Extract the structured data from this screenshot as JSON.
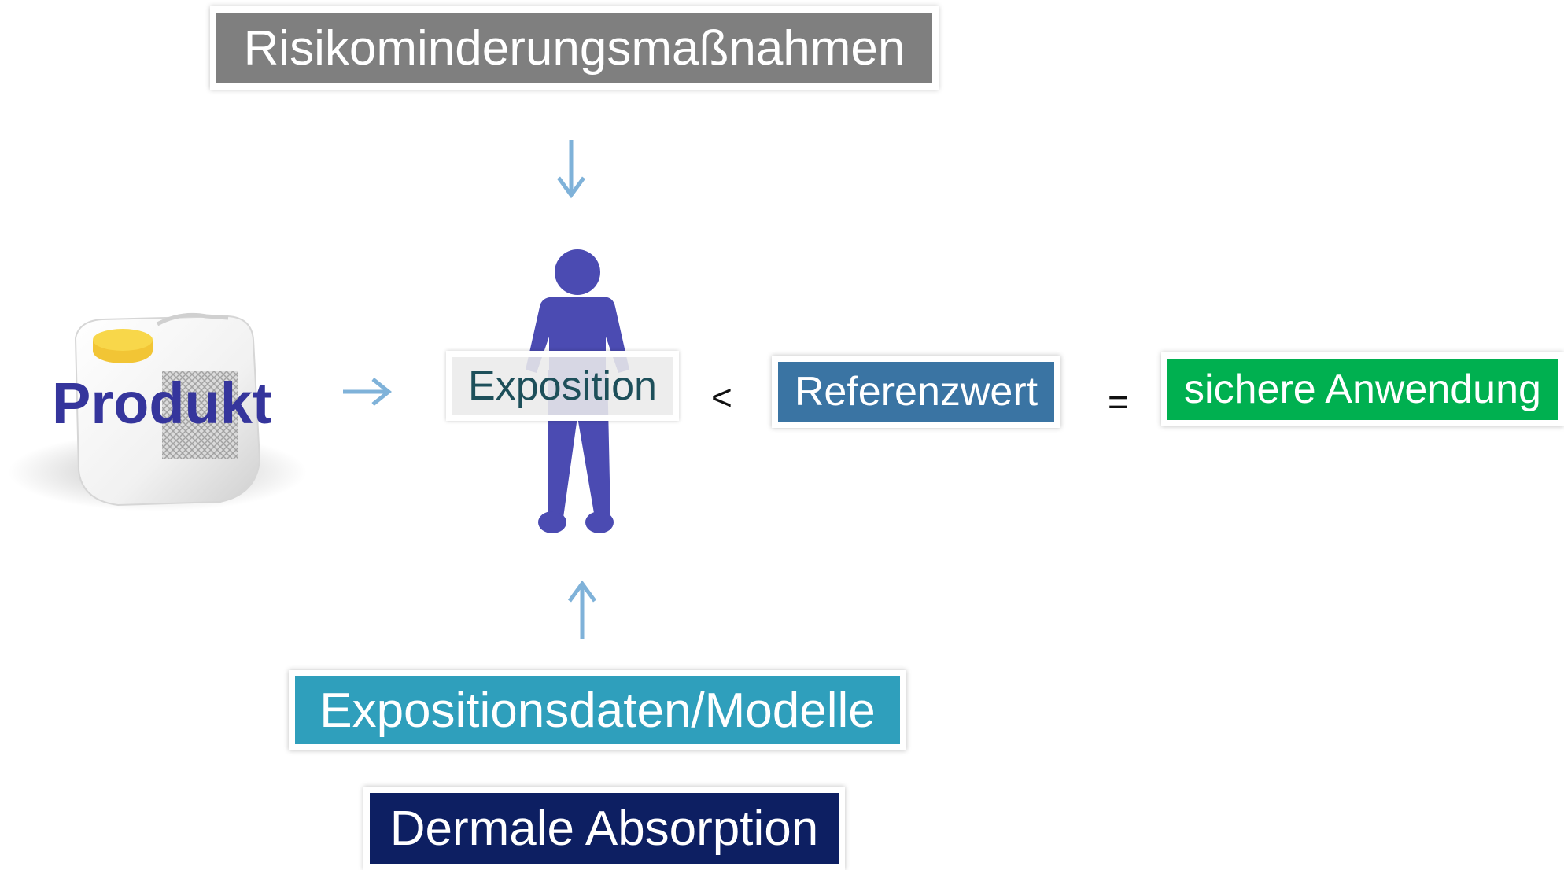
{
  "product": {
    "label": "Produkt",
    "label_color": "#35359c",
    "image_icon": "canister-icon"
  },
  "risk_box": {
    "label": "Risikominderungsmaßnahmen",
    "color": "#7f7f7f"
  },
  "person": {
    "icon": "person-icon",
    "color": "#4b4bb2",
    "label": "Exposition",
    "label_box_color": "#ebebeb"
  },
  "comparison": {
    "less_than": "<",
    "equals": "="
  },
  "reference_box": {
    "label": "Referenzwert",
    "color": "#3a74a3"
  },
  "safe_box": {
    "label": "sichere Anwendung",
    "color": "#00b050"
  },
  "data_box": {
    "label": "Expositionsdaten/Modelle",
    "color": "#2f9fbc"
  },
  "dermal_box": {
    "label": "Dermale Absorption",
    "color": "#0d1f62"
  },
  "arrow_color": "#7fb2d9"
}
